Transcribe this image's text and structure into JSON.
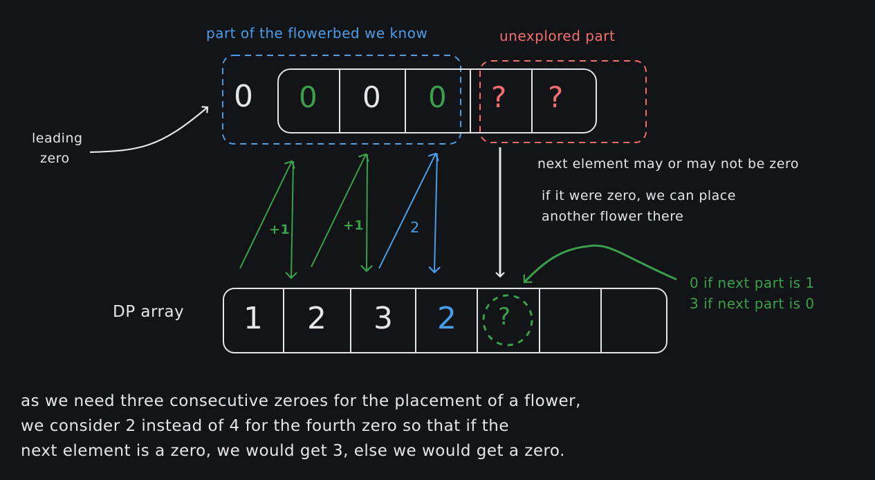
{
  "colors": {
    "background": "#121418",
    "white": "#e6e6e6",
    "blue": "#4a9ee8",
    "red": "#f26f6f",
    "green": "#3aa14a"
  },
  "labels": {
    "known_part": "part of the flowerbed we know",
    "unexplored_part": "unexplored part",
    "leading_zero_line1": "leading",
    "leading_zero_line2": "zero",
    "next_element": "next element may or may not be zero",
    "if_zero_line1": "if it were zero, we can place",
    "if_zero_line2": "another flower there",
    "dp_array": "DP array",
    "condition_line1": "0 if next part is 1",
    "condition_line2": "3 if next part is 0",
    "plus_one_a": "+1",
    "plus_one_b": "+1",
    "two_label": "2"
  },
  "flowerbed": {
    "leading": {
      "value": "0",
      "color": "white"
    },
    "cells": [
      {
        "value": "0",
        "color": "green"
      },
      {
        "value": "0",
        "color": "white"
      },
      {
        "value": "0",
        "color": "green"
      },
      {
        "value": "?",
        "color": "red"
      },
      {
        "value": "?",
        "color": "red"
      }
    ]
  },
  "dp": {
    "cells": [
      {
        "value": "1",
        "color": "white"
      },
      {
        "value": "2",
        "color": "white"
      },
      {
        "value": "3",
        "color": "white"
      },
      {
        "value": "2",
        "color": "blue"
      },
      {
        "value": "?",
        "color": "green"
      },
      {
        "value": "",
        "color": "white"
      },
      {
        "value": "",
        "color": "white"
      }
    ]
  },
  "explanation": [
    "as we need three consecutive zeroes for the placement of a flower,",
    "we consider 2 instead of 4 for the fourth zero so that if the",
    "next element is a zero, we would get 3, else we would get a zero."
  ]
}
